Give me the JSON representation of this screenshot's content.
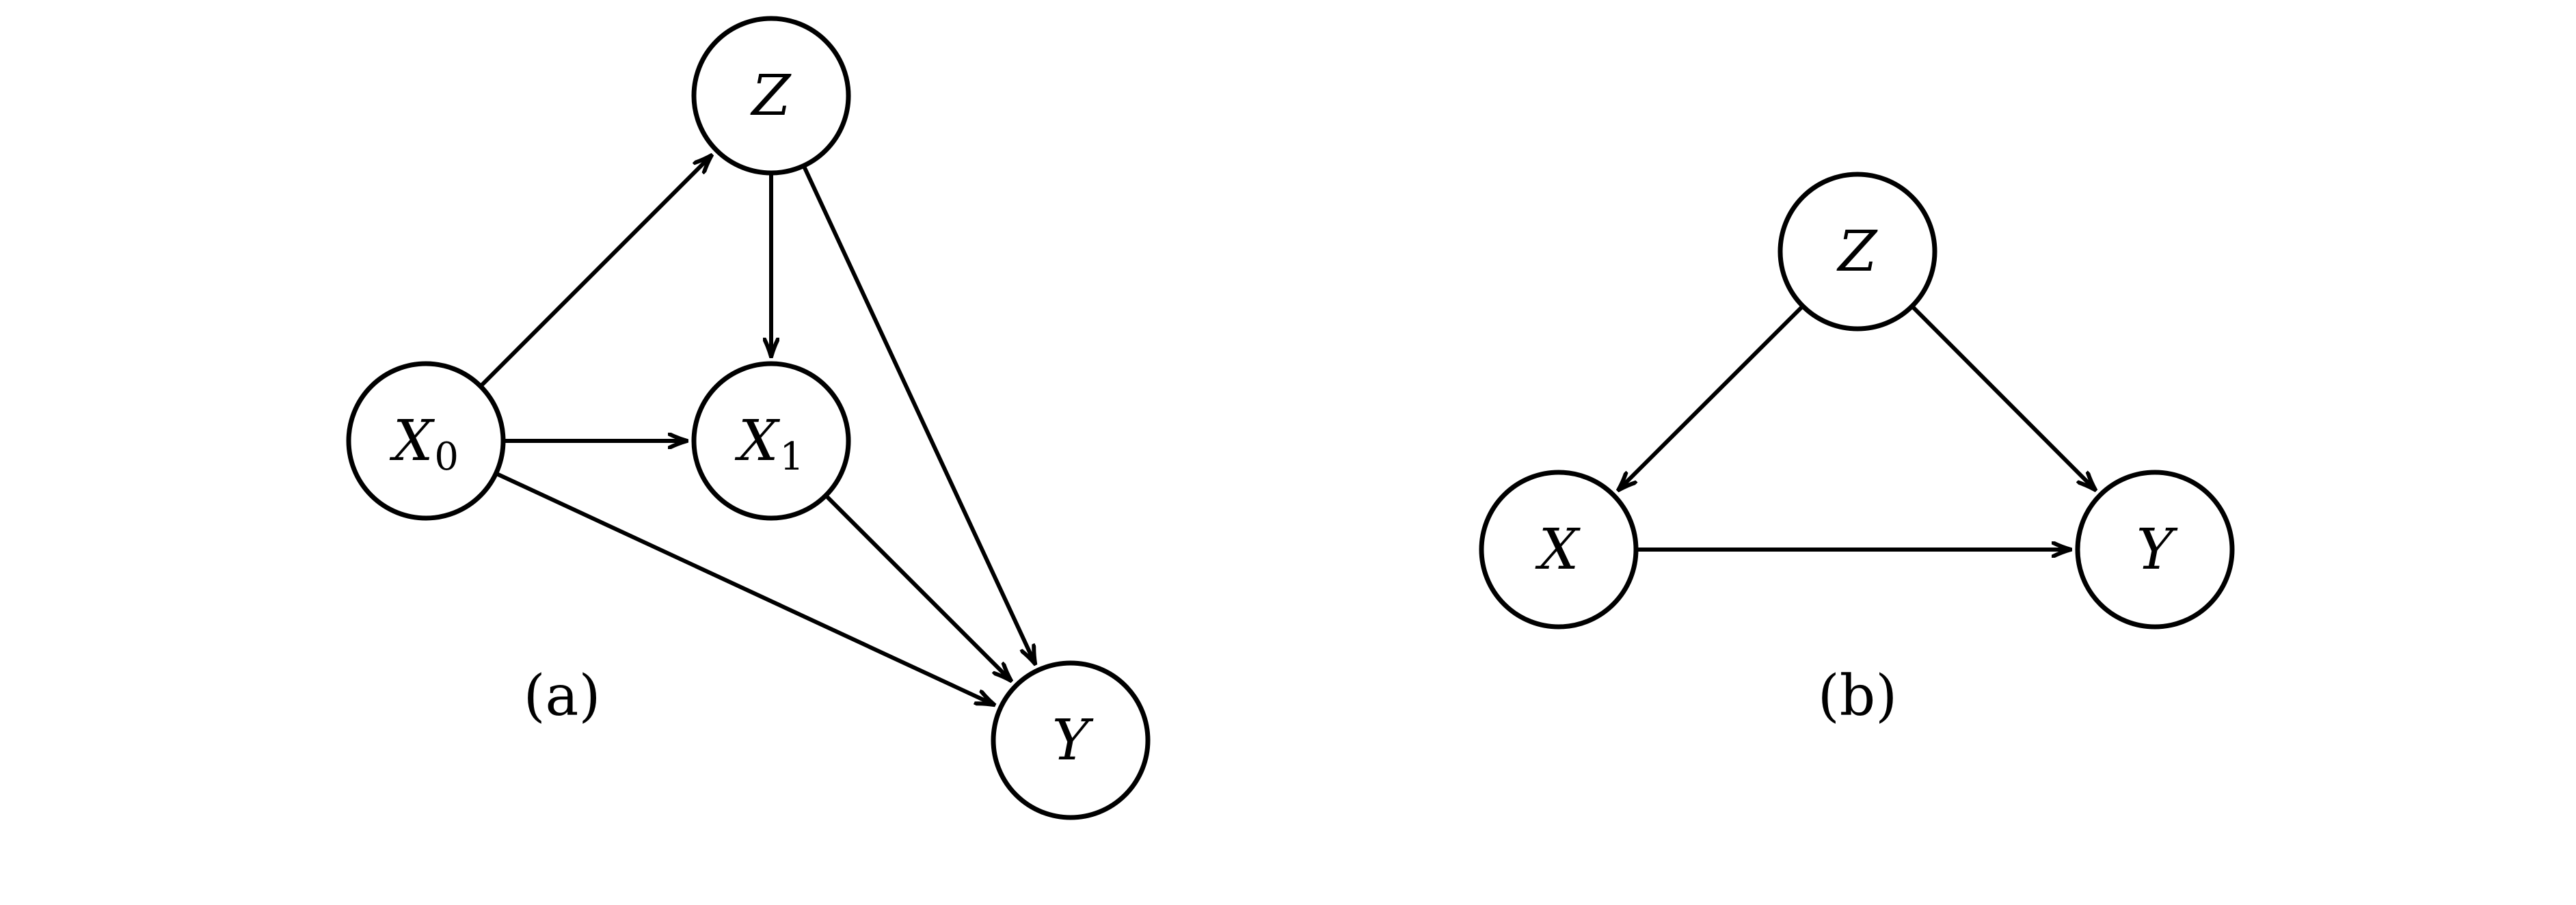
{
  "diagrams": [
    {
      "id": "a",
      "caption": "(a)",
      "nodes": [
        {
          "id": "Z",
          "label": "Z",
          "sub": ""
        },
        {
          "id": "X0",
          "label": "X",
          "sub": "0"
        },
        {
          "id": "X1",
          "label": "X",
          "sub": "1"
        },
        {
          "id": "Y",
          "label": "Y",
          "sub": ""
        }
      ],
      "edges": [
        {
          "from": "X0",
          "to": "Z"
        },
        {
          "from": "X0",
          "to": "X1"
        },
        {
          "from": "X0",
          "to": "Y"
        },
        {
          "from": "Z",
          "to": "X1"
        },
        {
          "from": "Z",
          "to": "Y"
        },
        {
          "from": "X1",
          "to": "Y"
        }
      ]
    },
    {
      "id": "b",
      "caption": "(b)",
      "nodes": [
        {
          "id": "Z",
          "label": "Z",
          "sub": ""
        },
        {
          "id": "X",
          "label": "X",
          "sub": ""
        },
        {
          "id": "Y",
          "label": "Y",
          "sub": ""
        }
      ],
      "edges": [
        {
          "from": "Z",
          "to": "X"
        },
        {
          "from": "Z",
          "to": "Y"
        },
        {
          "from": "X",
          "to": "Y"
        }
      ]
    }
  ]
}
